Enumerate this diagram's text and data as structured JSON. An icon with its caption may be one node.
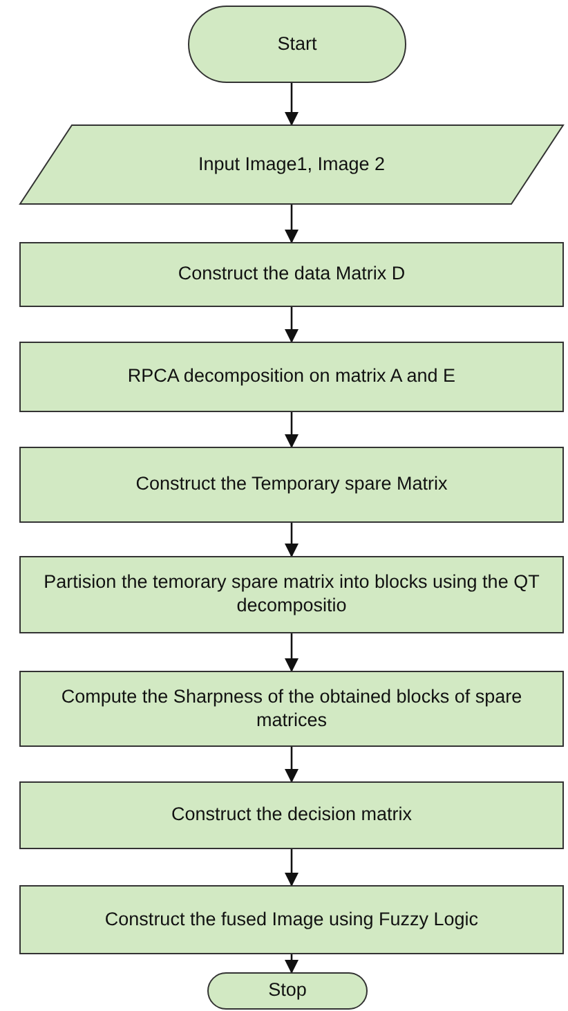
{
  "diagram": {
    "nodes": [
      {
        "text": [
          "Start"
        ]
      },
      {
        "text": [
          "Input Image1, Image 2"
        ]
      },
      {
        "text": [
          "Construct the data Matrix D"
        ]
      },
      {
        "text": [
          "RPCA decomposition on matrix A and E"
        ]
      },
      {
        "text": [
          "Construct the Temporary spare Matrix"
        ]
      },
      {
        "text": [
          "Partision the temorary spare matrix into blocks using the QT decompositio"
        ]
      },
      {
        "text": [
          "Compute the Sharpness of the obtained blocks of spare matrices"
        ]
      },
      {
        "text": [
          "Construct the decision matrix"
        ]
      },
      {
        "text": [
          "Construct the fused Image using Fuzzy Logic"
        ]
      },
      {
        "text": [
          "Stop"
        ]
      }
    ],
    "edges": [
      {
        "from": 0,
        "to": 1,
        "arrow": "to"
      },
      {
        "from": 1,
        "to": 2,
        "arrow": "to"
      },
      {
        "from": 2,
        "to": 3,
        "arrow": "to"
      },
      {
        "from": 3,
        "to": 4,
        "arrow": "to"
      },
      {
        "from": 4,
        "to": 5,
        "arrow": "to"
      },
      {
        "from": 5,
        "to": 6,
        "arrow": "to"
      },
      {
        "from": 6,
        "to": 7,
        "arrow": "to"
      },
      {
        "from": 7,
        "to": 8,
        "arrow": "to"
      },
      {
        "from": 8,
        "to": 9,
        "arrow": "to"
      }
    ]
  }
}
